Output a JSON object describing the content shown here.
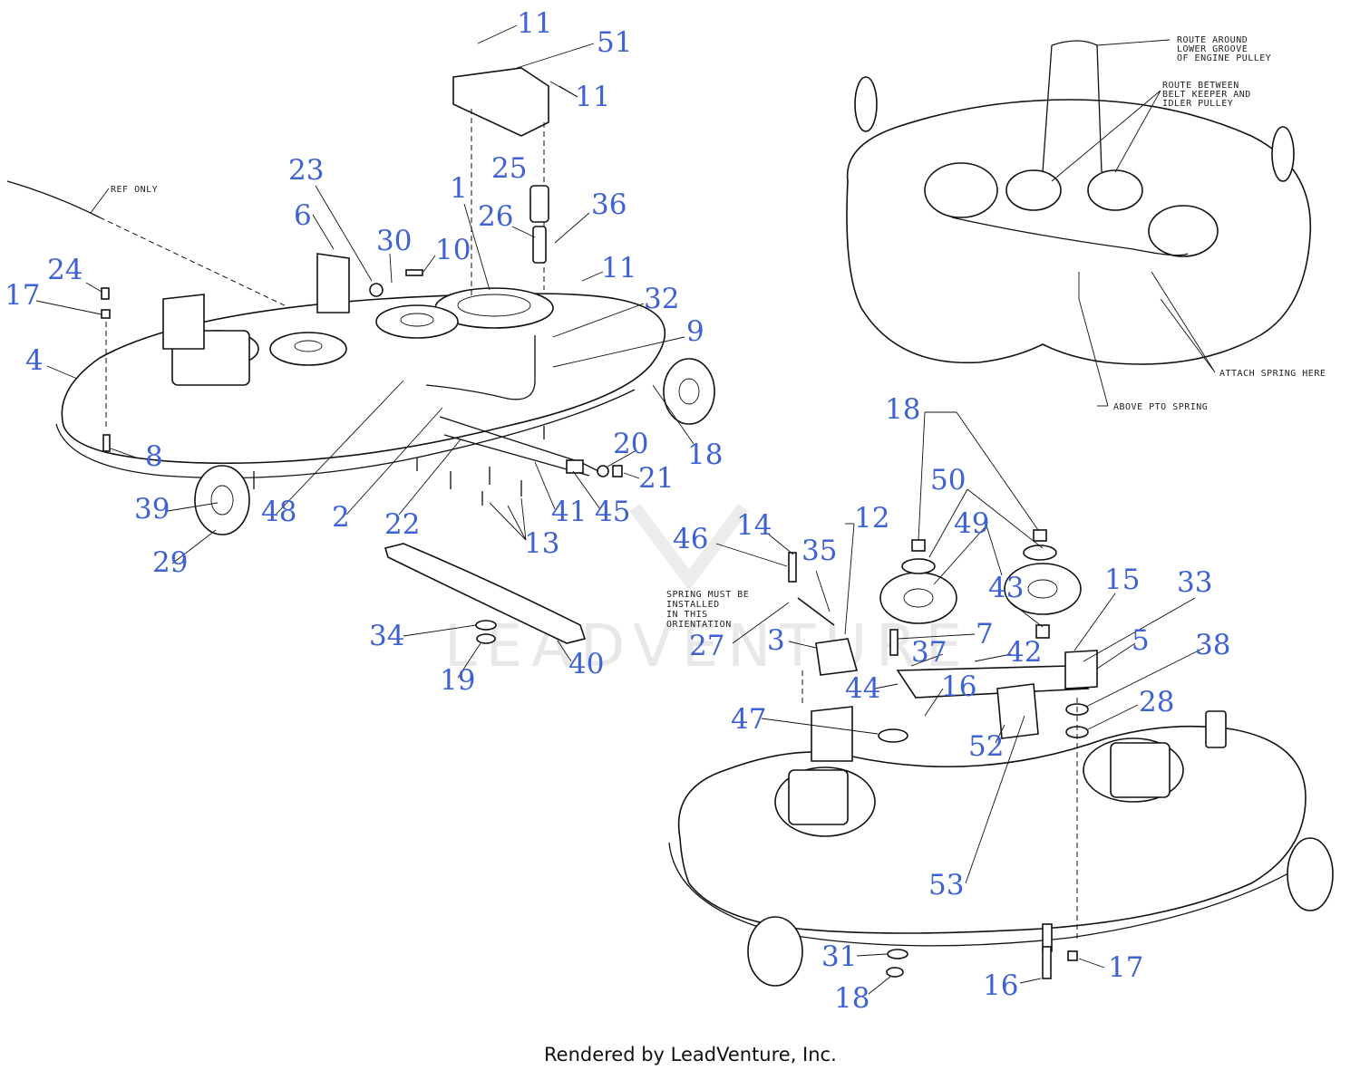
{
  "watermark": "LEADVENTURE",
  "footer": "Rendered by LeadVenture, Inc.",
  "notes": [
    {
      "id": "ref-only",
      "lines": [
        "REF ONLY"
      ]
    },
    {
      "id": "route-lower",
      "lines": [
        "ROUTE AROUND",
        "LOWER GROOVE",
        "OF ENGINE PULLEY"
      ]
    },
    {
      "id": "route-between",
      "lines": [
        "ROUTE BETWEEN",
        "BELT KEEPER AND",
        "IDLER PULLEY"
      ]
    },
    {
      "id": "attach-spring",
      "lines": [
        "ATTACH SPRING HERE"
      ]
    },
    {
      "id": "above-pto",
      "lines": [
        "ABOVE PTO SPRING"
      ]
    },
    {
      "id": "spring-orient",
      "lines": [
        "SPRING MUST BE",
        "INSTALLED",
        "IN THIS",
        "ORIENTATION"
      ]
    }
  ],
  "callouts": [
    {
      "n": "11"
    },
    {
      "n": "51"
    },
    {
      "n": "11"
    },
    {
      "n": "25"
    },
    {
      "n": "1"
    },
    {
      "n": "23"
    },
    {
      "n": "26"
    },
    {
      "n": "36"
    },
    {
      "n": "6"
    },
    {
      "n": "30"
    },
    {
      "n": "10"
    },
    {
      "n": "11"
    },
    {
      "n": "24"
    },
    {
      "n": "17"
    },
    {
      "n": "32"
    },
    {
      "n": "9"
    },
    {
      "n": "4"
    },
    {
      "n": "20"
    },
    {
      "n": "18"
    },
    {
      "n": "21"
    },
    {
      "n": "8"
    },
    {
      "n": "39"
    },
    {
      "n": "48"
    },
    {
      "n": "2"
    },
    {
      "n": "22"
    },
    {
      "n": "41"
    },
    {
      "n": "45"
    },
    {
      "n": "29"
    },
    {
      "n": "13"
    },
    {
      "n": "34"
    },
    {
      "n": "40"
    },
    {
      "n": "19"
    },
    {
      "n": "18"
    },
    {
      "n": "50"
    },
    {
      "n": "49"
    },
    {
      "n": "14"
    },
    {
      "n": "12"
    },
    {
      "n": "46"
    },
    {
      "n": "35"
    },
    {
      "n": "15"
    },
    {
      "n": "33"
    },
    {
      "n": "43"
    },
    {
      "n": "5"
    },
    {
      "n": "27"
    },
    {
      "n": "3"
    },
    {
      "n": "7"
    },
    {
      "n": "37"
    },
    {
      "n": "42"
    },
    {
      "n": "38"
    },
    {
      "n": "44"
    },
    {
      "n": "16"
    },
    {
      "n": "28"
    },
    {
      "n": "47"
    },
    {
      "n": "52"
    },
    {
      "n": "53"
    },
    {
      "n": "31"
    },
    {
      "n": "17"
    },
    {
      "n": "18"
    },
    {
      "n": "16"
    }
  ]
}
